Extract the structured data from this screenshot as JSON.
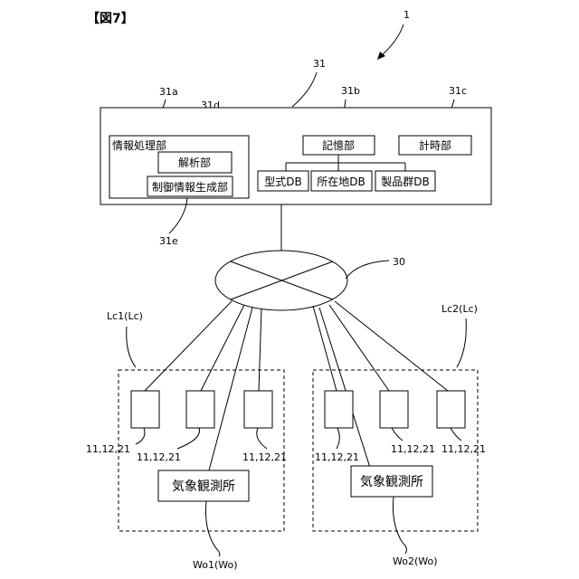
{
  "figure_title": "【図7】",
  "labels": {
    "system": "1",
    "server": "31",
    "info_processing_ref": "31a",
    "storage_ref": "31b",
    "timer_ref": "31c",
    "analysis_ref": "31d",
    "control_gen_ref": "31e",
    "network_ref": "30",
    "lc1": "Lc1(Lc)",
    "lc2": "Lc2(Lc)",
    "wo1": "Wo1(Wo)",
    "wo2": "Wo2(Wo)"
  },
  "server_box": {
    "info_processing": "情報処理部",
    "analysis": "解析部",
    "control_info_gen": "制御情報生成部",
    "storage": "記憶部",
    "timer": "計時部",
    "db_model": "型式DB",
    "db_location": "所在地DB",
    "db_product_group": "製品群DB"
  },
  "weather_station": "気象観測所",
  "device_labels": [
    "11,12,21",
    "11,12,21",
    "11,12,21",
    "11,12,21",
    "11,12,21",
    "11,12,21"
  ]
}
